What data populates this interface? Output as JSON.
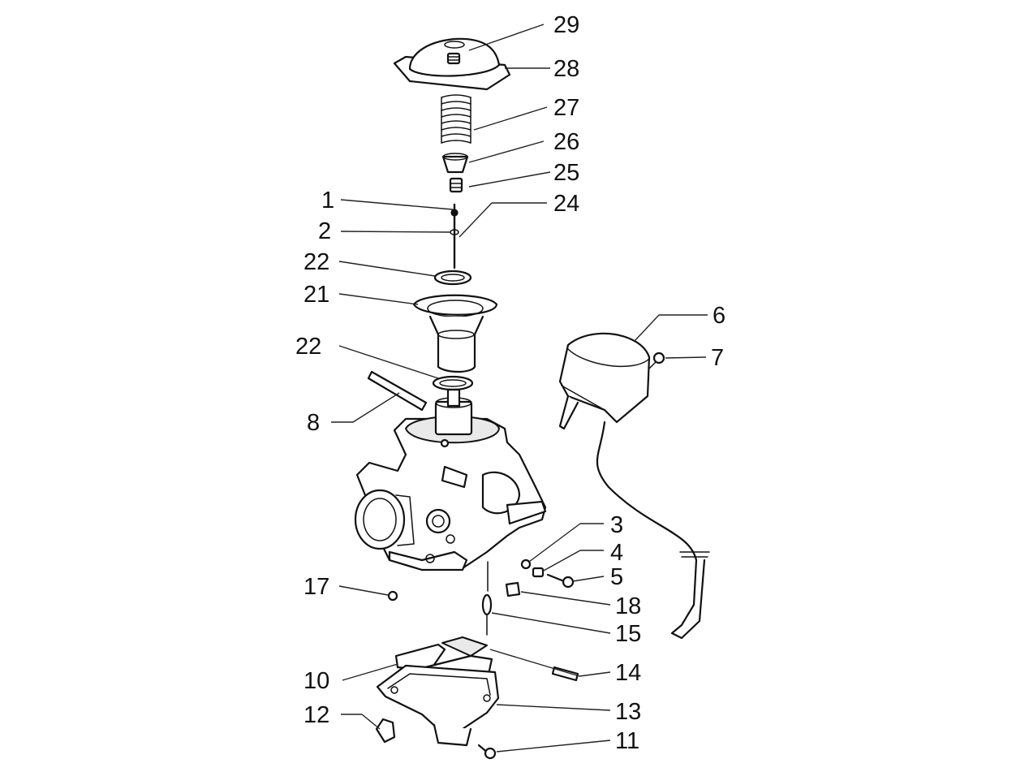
{
  "callouts": [
    {
      "id": "29",
      "label": "29"
    },
    {
      "id": "28",
      "label": "28"
    },
    {
      "id": "27",
      "label": "27"
    },
    {
      "id": "26",
      "label": "26"
    },
    {
      "id": "25",
      "label": "25"
    },
    {
      "id": "24",
      "label": "24"
    },
    {
      "id": "1",
      "label": "1"
    },
    {
      "id": "2",
      "label": "2"
    },
    {
      "id": "22a",
      "label": "22"
    },
    {
      "id": "21",
      "label": "21"
    },
    {
      "id": "22b",
      "label": "22"
    },
    {
      "id": "8",
      "label": "8"
    },
    {
      "id": "6",
      "label": "6"
    },
    {
      "id": "7",
      "label": "7"
    },
    {
      "id": "3",
      "label": "3"
    },
    {
      "id": "4",
      "label": "4"
    },
    {
      "id": "5",
      "label": "5"
    },
    {
      "id": "18",
      "label": "18"
    },
    {
      "id": "17",
      "label": "17"
    },
    {
      "id": "15",
      "label": "15"
    },
    {
      "id": "14",
      "label": "14"
    },
    {
      "id": "10",
      "label": "10"
    },
    {
      "id": "13",
      "label": "13"
    },
    {
      "id": "12",
      "label": "12"
    },
    {
      "id": "11",
      "label": "11"
    }
  ]
}
